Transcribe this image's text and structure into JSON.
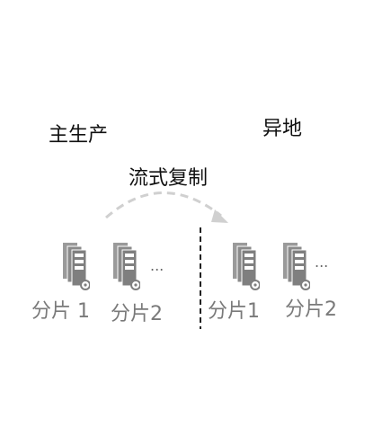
{
  "primary": {
    "title": "主生产",
    "shards": [
      "分片 1",
      "分片2"
    ]
  },
  "remote": {
    "title": "异地",
    "shards": [
      "分片1",
      "分片2"
    ]
  },
  "replication_label": "流式复制",
  "more_glyph": "...",
  "colors": {
    "server_gray": "#8a8a8a",
    "arrow_gray": "#d0d0d0",
    "divider": "#222222",
    "title_text": "#111111",
    "label_text": "#7a7a7a"
  }
}
